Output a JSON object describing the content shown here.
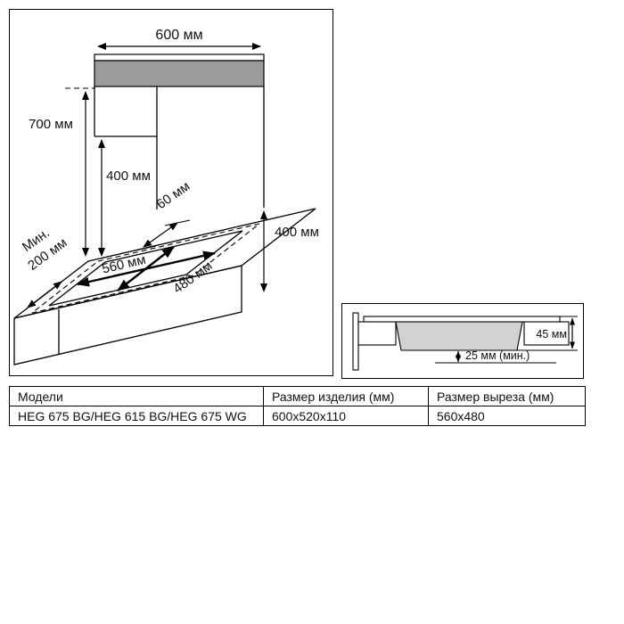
{
  "colors": {
    "hood_fill": "#9b9b9b",
    "tub_fill": "#d2d2d2"
  },
  "installation_diagram": {
    "hood_width": "600 мм",
    "hood_clearance": "700 мм",
    "cabinet_clearance_left": "400 мм",
    "rear_clearance": "60 мм",
    "side_clearance_line1": "Мин.",
    "side_clearance_line2": "200 мм",
    "cutout_width": "560 мм",
    "cutout_depth": "480 мм",
    "wall_clearance_right": "400 мм"
  },
  "side_view": {
    "built_in_height": "45 мм",
    "bottom_clearance": "25 мм (мин.)"
  },
  "spec_table": {
    "headers": [
      "Модели",
      "Размер изделия (мм)",
      "Размер выреза (мм)"
    ],
    "rows": [
      [
        "HEG 675 BG/HEG 615 BG/HEG 675 WG",
        "600x520x110",
        "560x480"
      ]
    ]
  }
}
